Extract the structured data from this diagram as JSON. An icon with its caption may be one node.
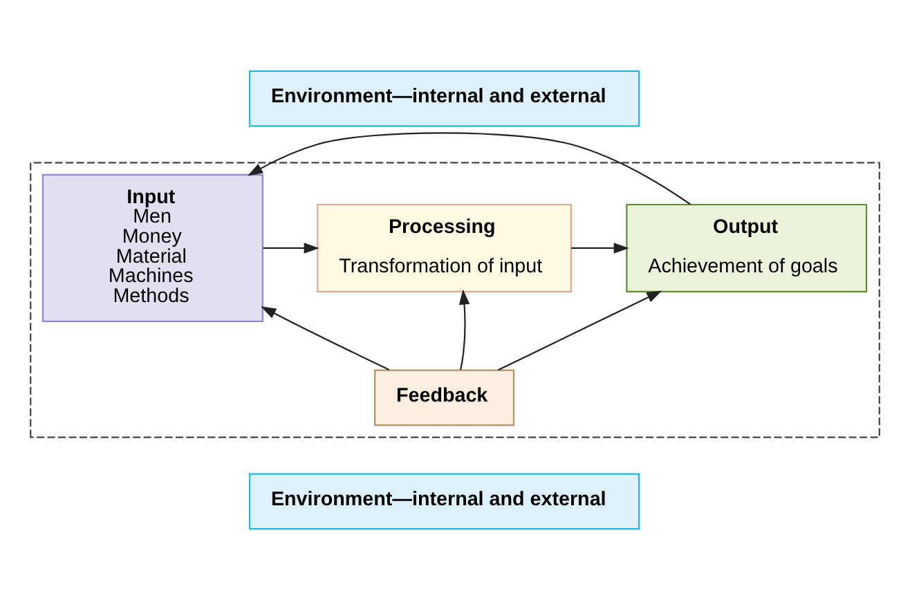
{
  "diagram": {
    "nodes": [
      {
        "text": [],
        "shape": "box"
      },
      {
        "text": [
          "Environment—internal and external"
        ]
      },
      {
        "text": [
          "Input",
          "Men",
          "Money",
          "Material",
          "Machines",
          "Methods"
        ],
        "in": 0
      },
      {
        "text": [
          "Processing",
          "Transformation of input"
        ],
        "in": 0
      },
      {
        "text": [
          "Output",
          "Achievement of goals"
        ],
        "in": 0
      },
      {
        "text": [
          "Feedback"
        ],
        "in": 0
      },
      {
        "text": [
          "Environment—internal and external"
        ]
      }
    ],
    "edges": [
      {
        "from": 2,
        "to": 3,
        "arrow": "to"
      },
      {
        "from": 3,
        "to": 4,
        "arrow": "to"
      },
      {
        "from": 4,
        "to": 2,
        "arrow": "to"
      },
      {
        "from": 5,
        "to": 2,
        "arrow": "to"
      },
      {
        "from": 5,
        "to": 3,
        "arrow": "to"
      },
      {
        "from": 5,
        "to": 4,
        "arrow": "to"
      }
    ]
  }
}
